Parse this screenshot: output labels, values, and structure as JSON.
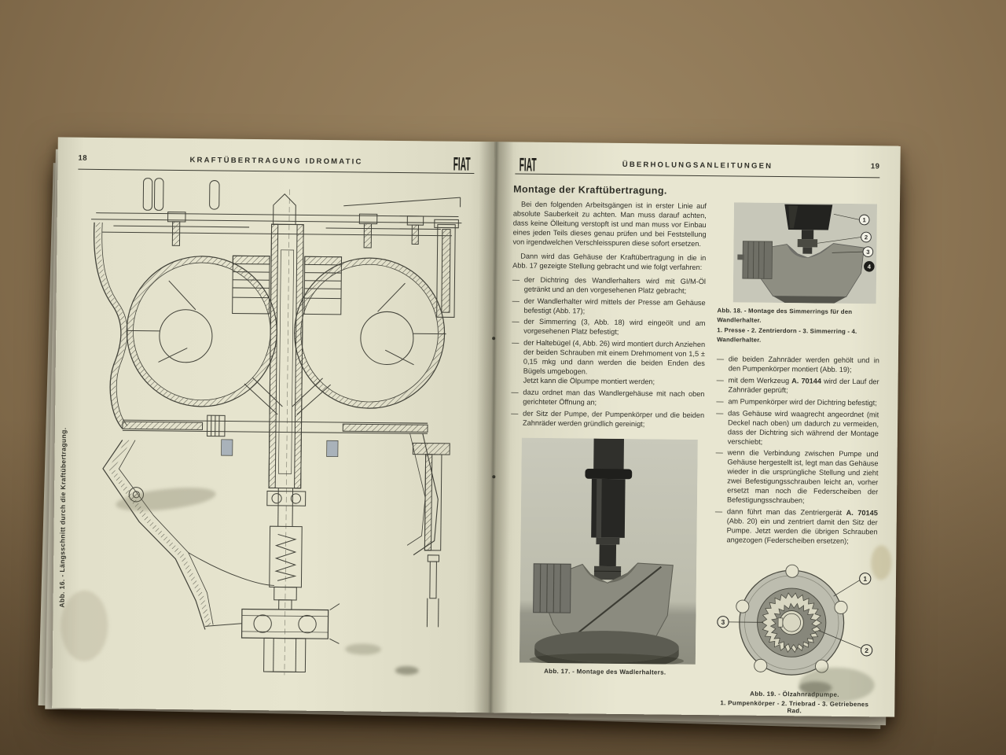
{
  "palette": {
    "cardboard": "#8d7655",
    "paper": "#e7e5cf",
    "ink": "#2e2e27",
    "photo_background": "#c7c7b9"
  },
  "book": {
    "left_page": {
      "page_number": "18",
      "running_title": "KRAFTÜBERTRAGUNG IDROMATIC",
      "brand": "FIAT",
      "fig16_caption": "Abb. 16. - Längsschnitt durch die Kraftübertragung."
    },
    "right_page": {
      "brand": "FIAT",
      "running_title": "ÜBERHOLUNGSANLEITUNGEN",
      "page_number": "19",
      "section_title": "Montage der Kraftübertragung.",
      "dash": "—",
      "para1": "Bei den folgenden Arbeitsgängen ist in erster Linie auf absolute Sauberkeit zu achten. Man muss darauf achten, dass keine Ölleitung verstopft ist und man muss vor Einbau eines jeden Teils dieses genau prüfen und bei Feststellung von irgendwelchen Verschleisspuren diese sofort ersetzen.",
      "para2": "Dann wird das Gehäuse der Kraftübertragung in die in Abb. 17 gezeigte Stellung gebracht und wie folgt verfahren:",
      "bullets_left": {
        "b1": "der Dichtring des Wandlerhalters wird mit GI/M-Öl getränkt und an den vorgesehenen Platz gebracht;",
        "b2": "der Wandlerhalter wird mittels der Presse am Gehäuse befestigt (Abb. 17);",
        "b3": "der Simmerring (3, Abb. 18) wird eingeölt und am vorgesehenen Platz befestigt;",
        "b4": "der Haltebügel (4, Abb. 26) wird montiert durch Anziehen der beiden Schrauben mit einem Drehmoment von 1,5 ± 0,15 mkg und dann werden die beiden Enden des Bügels umgebogen.",
        "b4_cont": "Jetzt kann die Ölpumpe montiert werden;",
        "b5": "dazu ordnet man das Wandlergehäuse mit nach oben gerichteter Öffnung an;",
        "b6": "der Sitz der Pumpe, der Pumpenkörper und die beiden Zahnräder werden gründlich gereinigt;"
      },
      "fig17_caption": "Abb. 17. - Montage des Wadlerhalters.",
      "fig18_caption": "Abb. 18. - Montage des Simmerrings für den Wandlerhalter.",
      "fig18_legend": "1. Presse - 2. Zentrierdorn - 3. Simmerring - 4. Wandlerhalter.",
      "bullets_right": {
        "b1": "die beiden Zahnräder werden gehölt und in den Pumpenkörper montiert (Abb. 19);",
        "b2_pre": "mit dem Werkzeug ",
        "b2_tool": "A. 70144",
        "b2_post": " wird der Lauf der Zahnräder geprüft;",
        "b3": "am Pumpenkörper wird der Dichtring befestigt;",
        "b4": "das Gehäuse wird waagrecht angeordnet (mit Deckel nach oben) um dadurch zu vermeiden, dass der Dichtring sich während der Montage verschiebt;",
        "b5": "wenn die Verbindung zwischen Pumpe und Gehäuse hergestellt ist, legt man das Gehäuse wieder in die ursprüngliche Stellung und zieht zwei Befestigungsschrauben leicht an, vorher ersetzt man noch die Federscheiben der Befestigungsschrauben;",
        "b6_pre": "dann führt man das Zentriergerät ",
        "b6_tool": "A. 70145",
        "b6_post": " (Abb. 20) ein und zentriert damit den Sitz der Pumpe. Jetzt werden die übrigen Schrauben angezogen (Federscheiben ersetzen);"
      },
      "fig19_caption": "Abb. 19. - Ölzahnradpumpe.",
      "fig19_legend": "1. Pumpenkörper - 2. Triebrad - 3. Getriebenes Rad.",
      "fig18_callouts": {
        "c1": "1",
        "c2": "2",
        "c3": "3",
        "c4": "4"
      },
      "fig19_callouts": {
        "c1": "1",
        "c2": "2",
        "c3": "3"
      }
    }
  }
}
